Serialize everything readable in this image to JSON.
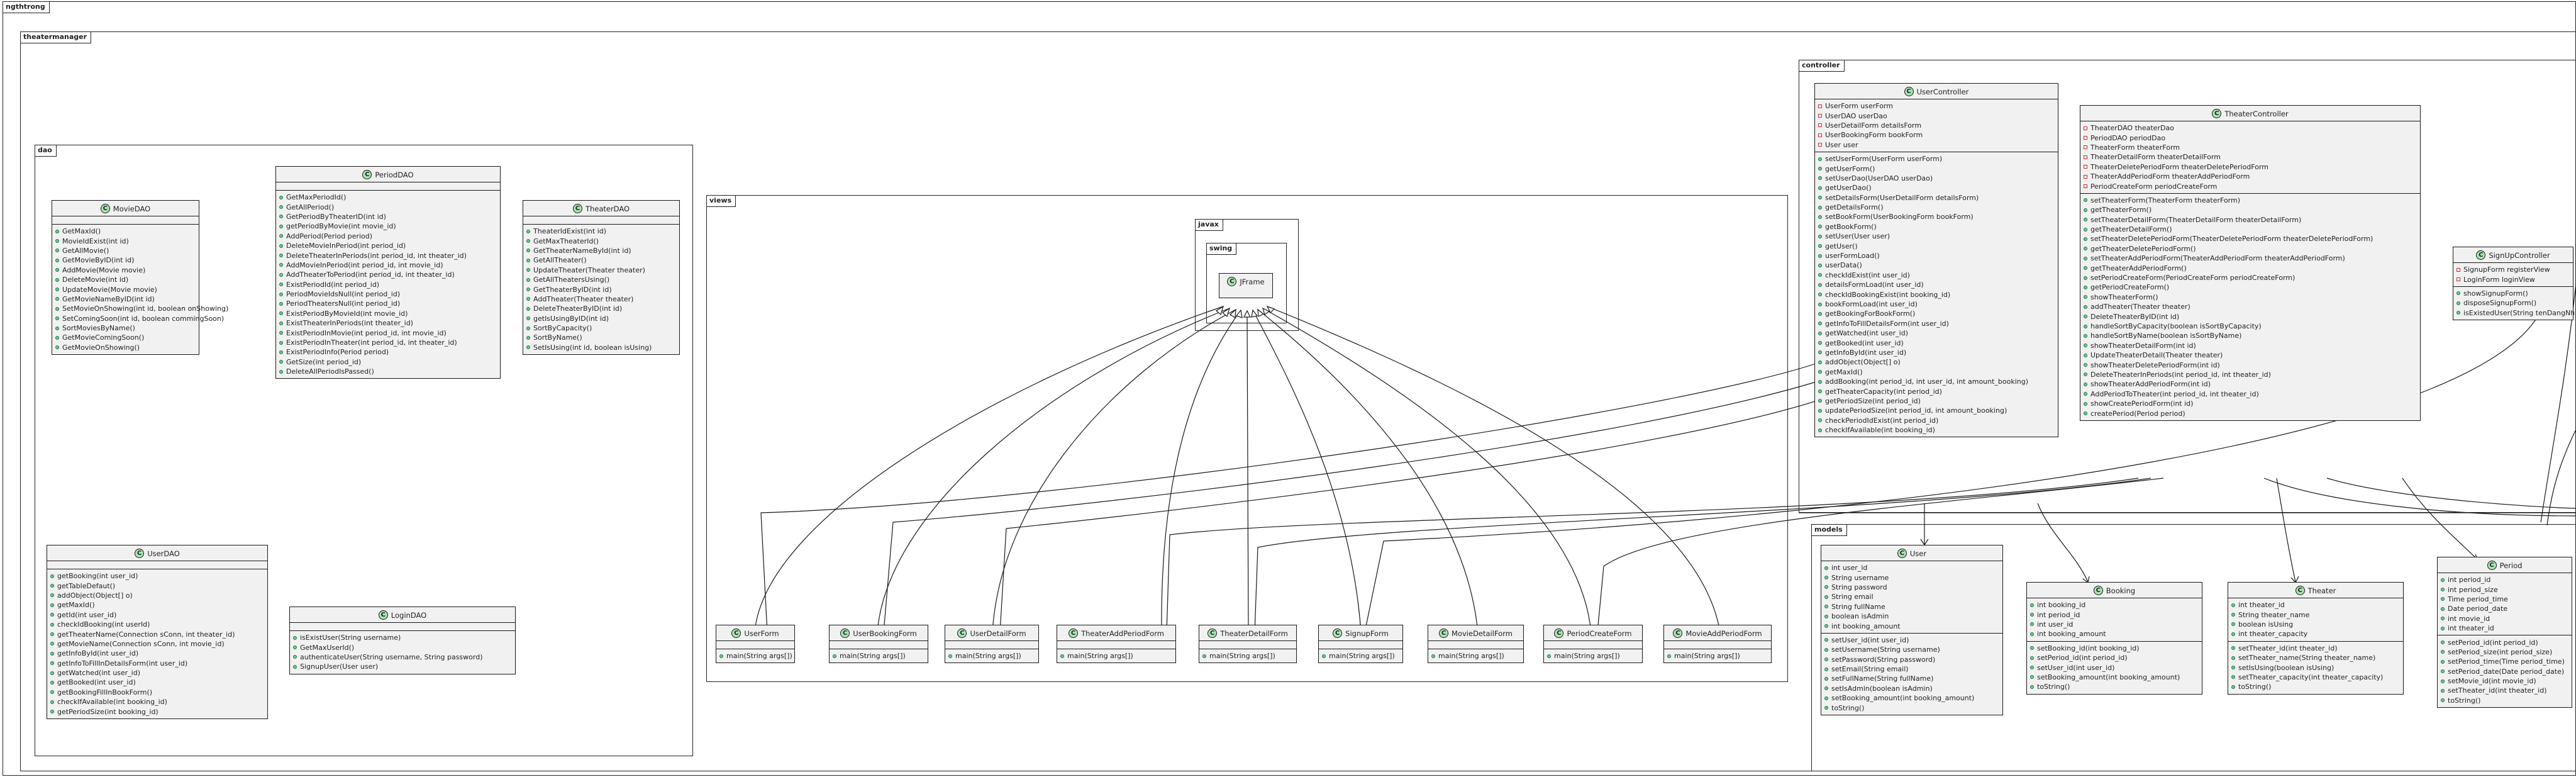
{
  "packages": {
    "root": "ngthtrong",
    "theatermanager": "theatermanager",
    "dao": "dao",
    "views": "views",
    "javax": "javax",
    "swing": "swing",
    "controller": "controller",
    "models": "models"
  },
  "classes": {
    "moviedao": {
      "name": "MovieDAO",
      "fields": [],
      "methods": [
        "GetMaxId()",
        "MovieIdExist(int id)",
        "GetAllMovie()",
        "GetMovieByID(int id)",
        "AddMovie(Movie movie)",
        "DeleteMovie(int id)",
        "UpdateMovie(Movie movie)",
        "GetMovieNameByID(int id)",
        "SetMovieOnShowing(int id, boolean onShowing)",
        "SetComingSoon(int id, boolean commingSoon)",
        "SortMoviesByName()",
        "GetMovieComingSoon()",
        "GetMovieOnShowing()"
      ]
    },
    "perioddao": {
      "name": "PeriodDAO",
      "fields": [],
      "methods": [
        "GetMaxPeriodId()",
        "GetAllPeriod()",
        "GetPeriodByTheaterID(int id)",
        "getPeriodByMovie(int movie_id)",
        "AddPeriod(Period period)",
        "DeleteMovieInPeriod(int period_id)",
        "DeleteTheaterInPeriods(int period_id, int theater_id)",
        "AddMovieInPeriod(int period_id, int movie_id)",
        "AddTheaterToPeriod(int period_id, int theater_id)",
        "ExistPeriodId(int period_id)",
        "PeriodMovieIdsNull(int period_id)",
        "PeriodTheatersNull(int period_id)",
        "ExistPeriodByMovieId(int movie_id)",
        "ExistTheaterInPeriods(int theater_id)",
        "ExistPeriodInMovie(int period_id, int movie_id)",
        "ExistPeriodInTheater(int period_id, int theater_id)",
        "ExistPeriodInfo(Period period)",
        "GetSize(int period_id)",
        "DeleteAllPeriodIsPassed()"
      ]
    },
    "theaterdao": {
      "name": "TheaterDAO",
      "fields": [],
      "methods": [
        "TheaterIdExist(int id)",
        "GetMaxTheaterId()",
        "GetTheaterNameById(int id)",
        "GetAllTheater()",
        "UpdateTheater(Theater theater)",
        "GetAllTheatersUsing()",
        "GetTheaterByID(int id)",
        "AddTheater(Theater theater)",
        "DeleteTheaterByID(int id)",
        "getIsUsingByID(int id)",
        "SortByCapacity()",
        "SortByName()",
        "SetIsUsing(int id, boolean isUsing)"
      ]
    },
    "userdao": {
      "name": "UserDAO",
      "fields": [],
      "methods": [
        "getBooking(int user_id)",
        "getTableDefaut()",
        "addObject(Object[] o)",
        "getMaxId()",
        "getId(int user_id)",
        "checkIdBooking(int userId)",
        "getTheaterName(Connection sConn, int theater_id)",
        "getMovieName(Connection sConn, int movie_id)",
        "getInfoById(int user_id)",
        "getInfoToFillInDetailsForm(int user_id)",
        "getWatched(int user_id)",
        "getBooked(int user_id)",
        "getBookingFillInBookForm()",
        "checkIfAvailable(int booking_id)",
        "getPeriodSize(int booking_id)"
      ]
    },
    "logindao": {
      "name": "LoginDAO",
      "fields": [],
      "methods": [
        "isExistUser(String username)",
        "GetMaxUserId()",
        "authenticateUser(String username, String password)",
        "SignupUser(User user)"
      ]
    },
    "jframe": {
      "name": "JFrame"
    },
    "userform": {
      "name": "UserForm",
      "fields": [],
      "methods": [
        "main(String args[])"
      ]
    },
    "userbookingform": {
      "name": "UserBookingForm",
      "fields": [],
      "methods": [
        "main(String args[])"
      ]
    },
    "userdetailform": {
      "name": "UserDetailForm",
      "fields": [],
      "methods": [
        "main(String args[])"
      ]
    },
    "theateraddperiodform": {
      "name": "TheaterAddPeriodForm",
      "fields": [],
      "methods": [
        "main(String args[])"
      ]
    },
    "theaterdetailform": {
      "name": "TheaterDetailForm",
      "fields": [],
      "methods": [
        "main(String args[])"
      ]
    },
    "signupform": {
      "name": "SignupForm",
      "fields": [],
      "methods": [
        "main(String args[])"
      ]
    },
    "moviedetailform": {
      "name": "MovieDetailForm",
      "fields": [],
      "methods": [
        "main(String args[])"
      ]
    },
    "periodcreateform": {
      "name": "PeriodCreateForm",
      "fields": [],
      "methods": [
        "main(String args[])"
      ]
    },
    "movieaddperiodform": {
      "name": "MovieAddPeriodForm",
      "fields": [],
      "methods": [
        "main(String args[])"
      ]
    },
    "usercontroller": {
      "name": "UserController",
      "fields": [
        "UserForm userForm",
        "UserDAO userDao",
        "UserDetailForm detailsForm",
        "UserBookingForm bookForm",
        "User user"
      ],
      "methods": [
        "setUserForm(UserForm userForm)",
        "getUserForm()",
        "setUserDao(UserDAO userDao)",
        "getUserDao()",
        "setDetailsForm(UserDetailForm detailsForm)",
        "getDetailsForm()",
        "setBookForm(UserBookingForm bookForm)",
        "getBookForm()",
        "setUser(User user)",
        "getUser()",
        "userFormLoad()",
        "userData()",
        "checkIdExist(int user_id)",
        "detailsFormLoad(int user_id)",
        "checkIdBookingExist(int booking_id)",
        "bookFormLoad(int user_id)",
        "getBookingForBookForm()",
        "getInfoToFillDetailsForm(int user_id)",
        "getWatched(int user_id)",
        "getBooked(int user_id)",
        "getInfoById(int user_id)",
        "addObject(Object[] o)",
        "getMaxId()",
        "addBooking(int period_id, int user_id, int amount_booking)",
        "getTheaterCapacity(int period_id)",
        "getPeriodSize(int period_id)",
        "updatePeriodSize(int period_id, int amount_booking)",
        "checkPeriodIdExist(int period_id)",
        "checkIfAvailable(int booking_id)"
      ]
    },
    "theatercontroller": {
      "name": "TheaterController",
      "fields": [
        "TheaterDAO theaterDao",
        "PeriodDAO periodDao",
        "TheaterForm theaterForm",
        "TheaterDetailForm theaterDetailForm",
        "TheaterDeletePeriodForm theaterDeletePeriodForm",
        "TheaterAddPeriodForm theaterAddPeriodForm",
        "PeriodCreateForm periodCreateForm"
      ],
      "methods": [
        "setTheaterForm(TheaterForm theaterForm)",
        "getTheaterForm()",
        "setTheaterDetailForm(TheaterDetailForm theaterDetailForm)",
        "getTheaterDetailForm()",
        "setTheaterDeletePeriodForm(TheaterDeletePeriodForm theaterDeletePeriodForm)",
        "getTheaterDeletePeriodForm()",
        "setTheaterAddPeriodForm(TheaterAddPeriodForm theaterAddPeriodForm)",
        "getTheaterAddPeriodForm()",
        "setPeriodCreateForm(PeriodCreateForm periodCreateForm)",
        "getPeriodCreateForm()",
        "showTheaterForm()",
        "addTheater(Theater theater)",
        "DeleteTheaterByID(int id)",
        "handleSortByCapacity(boolean isSortByCapacity)",
        "handleSortByName(boolean isSortByName)",
        "showTheaterDetailForm(int id)",
        "UpdateTheaterDetail(Theater theater)",
        "showTheaterDeletePeriodForm(int id)",
        "DeleteTheaterInPeriods(int period_id, int theater_id)",
        "showTheaterAddPeriodForm(int id)",
        "AddPeriodToTheater(int period_id, int theater_id)",
        "showCreatePeriodForm(int id)",
        "createPeriod(Period period)"
      ]
    },
    "signupcontroller": {
      "name": "SignUpController",
      "fields": [
        "SignupForm registerView",
        "LoginForm loginView"
      ],
      "methods": [
        "showSignupForm()",
        "disposeSignupForm()",
        "isExistedUser(String tenDangNhap)"
      ]
    },
    "user": {
      "name": "User",
      "fields": [
        "int user_id",
        "String username",
        "String password",
        "String email",
        "String fullName",
        "boolean isAdmin",
        "int booking_amount"
      ],
      "methods": [
        "setUser_id(int user_id)",
        "setUsername(String username)",
        "setPassword(String password)",
        "setEmail(String email)",
        "setFullName(String fullName)",
        "setIsAdmin(boolean isAdmin)",
        "setBooking_amount(int booking_amount)",
        "toString()"
      ]
    },
    "booking": {
      "name": "Booking",
      "fields": [
        "int booking_id",
        "int period_id",
        "int user_id",
        "int booking_amount"
      ],
      "methods": [
        "setBooking_id(int booking_id)",
        "setPeriod_id(int period_id)",
        "setUser_id(int user_id)",
        "setBooking_amount(int booking_amount)",
        "toString()"
      ]
    },
    "theater": {
      "name": "Theater",
      "fields": [
        "int theater_id",
        "String theater_name",
        "boolean isUsing",
        "int theater_capacity"
      ],
      "methods": [
        "setTheater_id(int theater_id)",
        "setTheater_name(String theater_name)",
        "setIsUsing(boolean isUsing)",
        "setTheater_capacity(int theater_capacity)",
        "toString()"
      ]
    },
    "period": {
      "name": "Period",
      "fields": [
        "int period_id",
        "int period_size",
        "Time period_time",
        "Date period_date",
        "int movie_id",
        "int theater_id"
      ],
      "methods": [
        "setPeriod_id(int period_id)",
        "setPeriod_size(int period_size)",
        "setPeriod_time(Time period_time)",
        "setPeriod_date(Date period_date)",
        "setMovie_id(int movie_id)",
        "setTheater_id(int theater_id)",
        "toString()"
      ]
    }
  },
  "glyphs": {
    "class_marker": "C"
  },
  "colors": {
    "class_bg": "#f1f1f1",
    "class_marker": "#a8e4b0",
    "public_dot": "#84be84",
    "private_dot": "#c82930",
    "border": "#181818"
  }
}
